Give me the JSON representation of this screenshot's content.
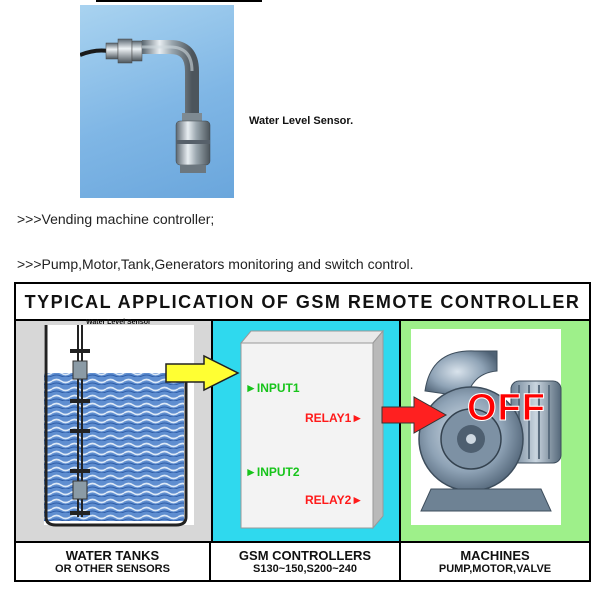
{
  "sensor": {
    "caption": "Water Level Sensor."
  },
  "lines": {
    "vending": ">>>Vending machine controller;",
    "pump": ">>>Pump,Motor,Tank,Generators monitoring and switch control."
  },
  "diagram": {
    "title": "TYPICAL APPLICATION OF GSM REMOTE CONTROLLER",
    "tank": {
      "sensor_label": "Water Level Sensor"
    },
    "controller": {
      "input1": "INPUT1",
      "relay1": "RELAY1",
      "input2": "INPUT2",
      "relay2": "RELAY2"
    },
    "machine": {
      "state": "OFF"
    },
    "captions": {
      "left_line1": "WATER TANKS",
      "left_line2": "OR OTHER SENSORS",
      "mid_line1": "GSM CONTROLLERS",
      "mid_line2": "S130~150,S200~240",
      "right_line1": "MACHINES",
      "right_line2": "PUMP,MOTOR,VALVE"
    }
  },
  "colors": {
    "panel_left": "#d7d7d7",
    "panel_mid": "#2fd9ee",
    "panel_right": "#9ef08a",
    "input_green": "#17c41b",
    "relay_red": "#ff1a1a",
    "arrow_yellow": "#ffff33"
  }
}
